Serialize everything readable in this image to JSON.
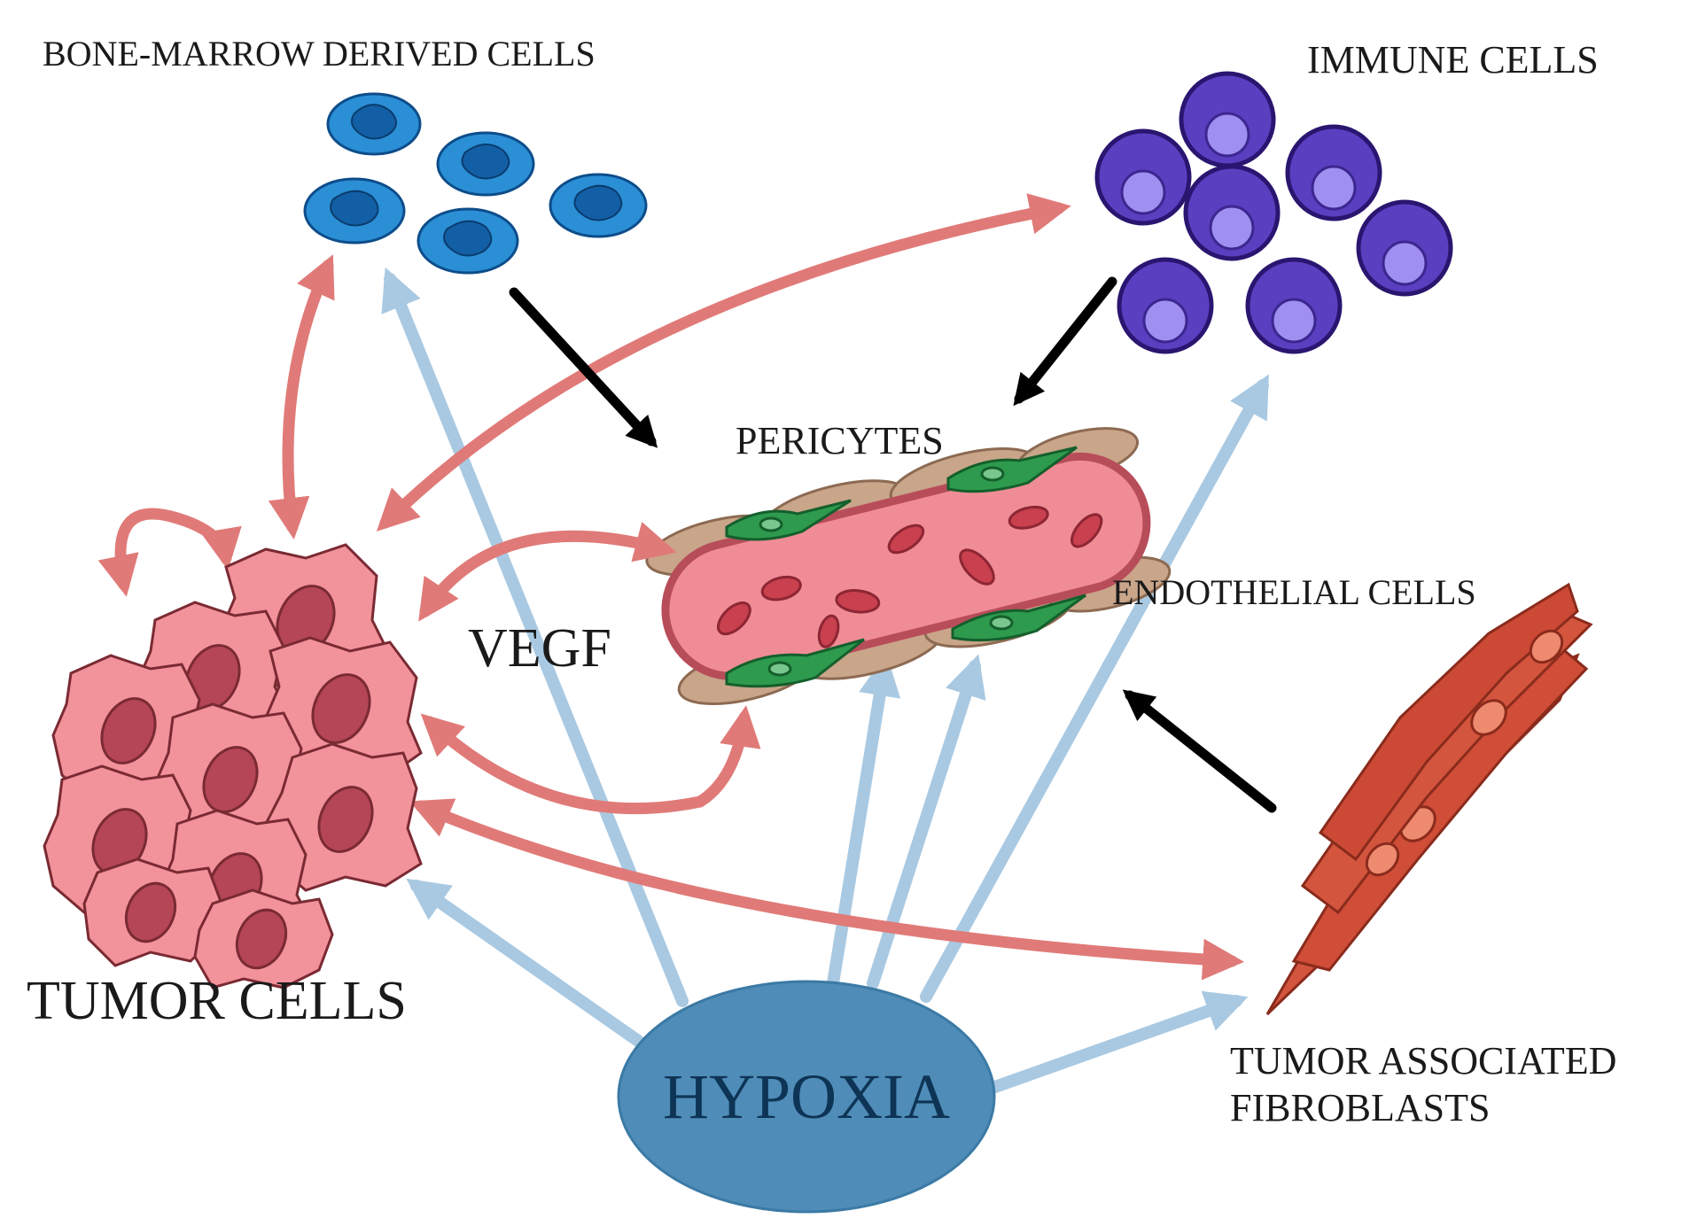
{
  "labels": {
    "bone_marrow": "BONE-MARROW DERIVED CELLS",
    "immune": "IMMUNE CELLS",
    "pericytes": "PERICYTES",
    "endothelial": "ENDOTHELIAL CELLS",
    "vegf": "VEGF",
    "tumor_cells": "TUMOR CELLS",
    "taf_line1": "TUMOR ASSOCIATED",
    "taf_line2": "FIBROBLASTS",
    "hypoxia": "HYPOXIA"
  },
  "colors": {
    "hypoxia_fill": "#4f8db8",
    "hypoxia_text": "#0e3455",
    "blue_arrow": "#a9c9e2",
    "red_arrow": "#e07a78",
    "black_arrow": "#000000",
    "bone_marrow_cell": "#2b8fd6",
    "bone_marrow_nucleus": "#135fa5",
    "immune_cell": "#5a3fc0",
    "immune_nucleus": "#9f8ff0",
    "tumor_cell": "#f2929a",
    "tumor_nucleus": "#b54656",
    "vessel": "#f08c95",
    "pericyte": "#2e9a4e",
    "fibroblast": "#d4553e"
  },
  "icons": [
    "bone-marrow-cell-icon",
    "immune-cell-icon",
    "tumor-cell-icon",
    "blood-vessel-icon",
    "pericyte-icon",
    "fibroblast-icon"
  ]
}
